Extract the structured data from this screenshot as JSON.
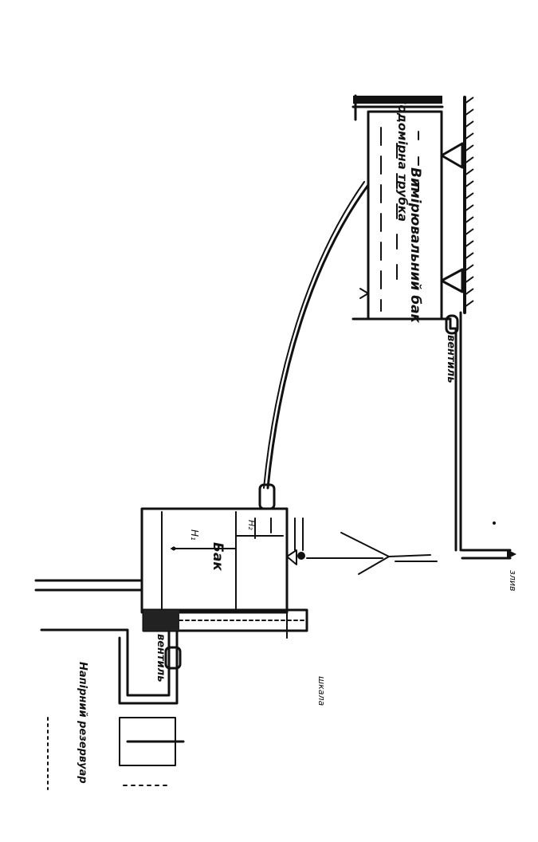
{
  "labels": {
    "tube": "Водомірна трубка",
    "measuring_tank": "Вимірювальний бак",
    "valve_top": "вентиль",
    "tank": "Бак",
    "h1": "H₁",
    "h2": "H₂",
    "valve_left": "вентиль",
    "reservoir": "Напірний резервуар",
    "scale": "шкала",
    "drain": "злив"
  }
}
